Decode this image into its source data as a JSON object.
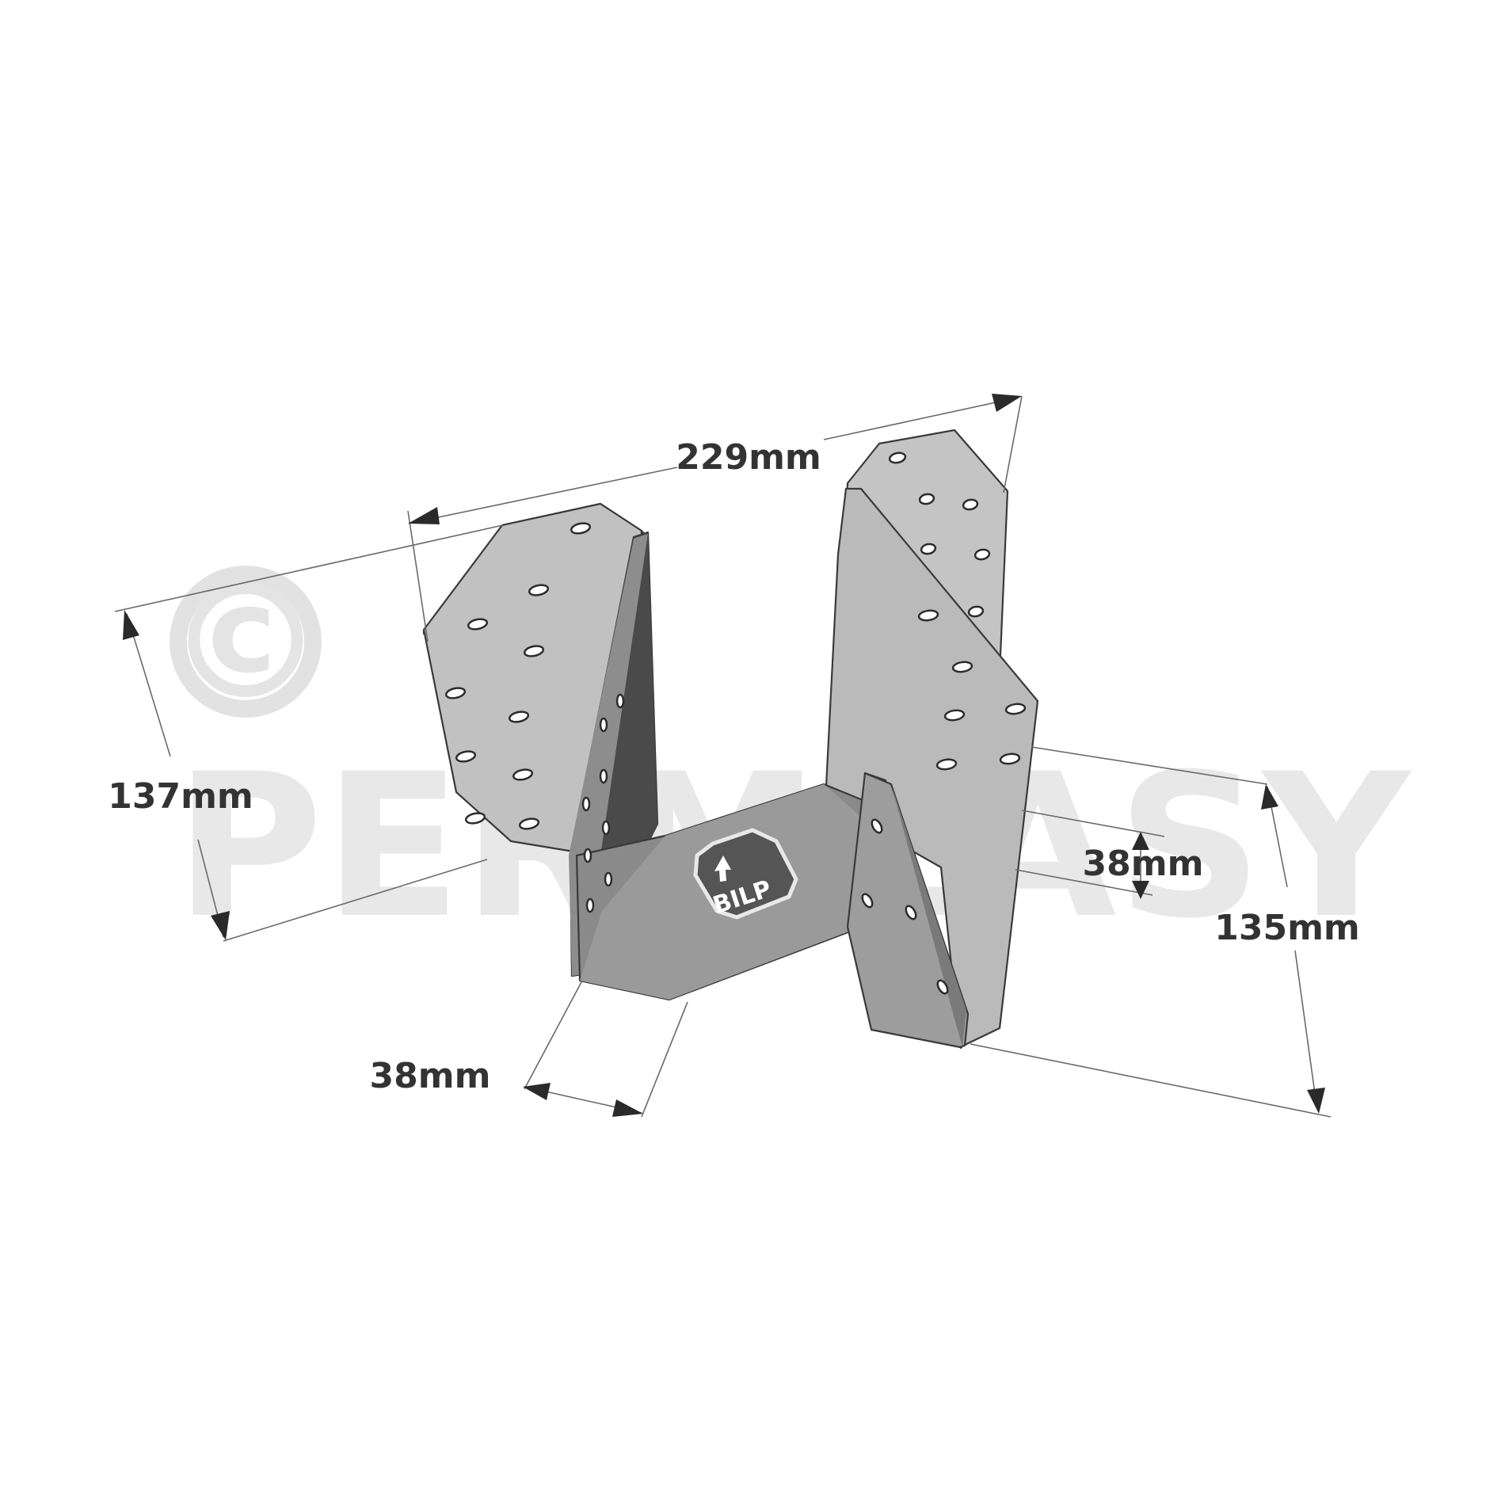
{
  "watermark": {
    "brand_text": "PERMEASY",
    "copyright_symbol": "©"
  },
  "logo": {
    "text": "BILP",
    "icon": "up-arrow-icon"
  },
  "dimensions": {
    "overall_width": "229mm",
    "left_flange_height": "137mm",
    "right_flange_height": "135mm",
    "bearing_width": "38mm",
    "seat_depth": "38mm"
  },
  "colors": {
    "plate_light": "#bdbdbd",
    "plate_mid": "#9c9c9c",
    "plate_dark": "#595959",
    "label": "#333333",
    "watermark": "#e8e8e8"
  }
}
